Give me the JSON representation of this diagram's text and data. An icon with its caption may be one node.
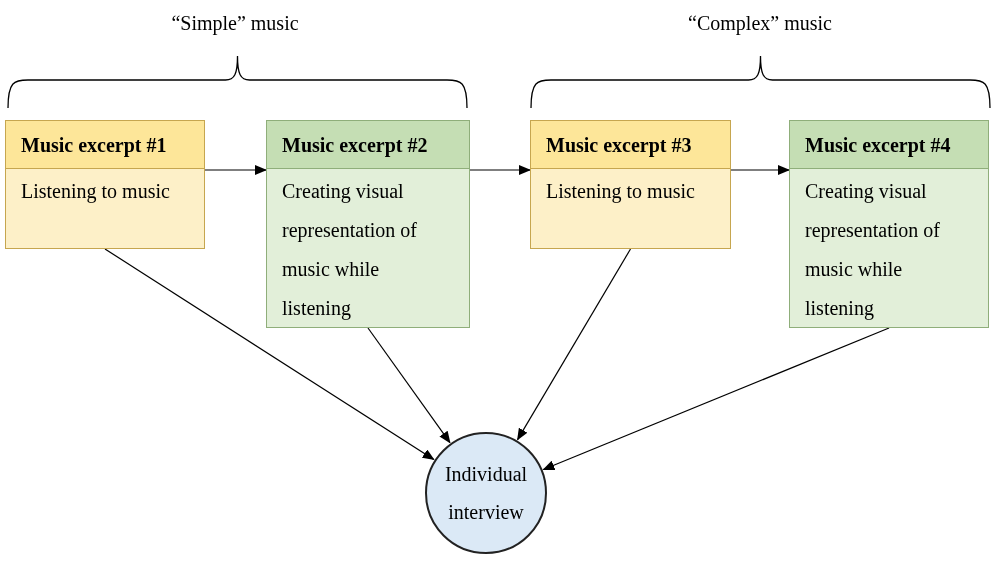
{
  "diagram": {
    "nodes": [
      {
        "text": [
          "Music excerpt #1",
          "Listening to music"
        ]
      },
      {
        "text": [
          "Music excerpt #2",
          "Creating visual representation of music while listening"
        ]
      },
      {
        "text": [
          "Music excerpt #3",
          "Listening to music"
        ]
      },
      {
        "text": [
          "Music excerpt #4",
          "Creating visual representation of music while listening"
        ]
      },
      {
        "text": [
          "Individual interview"
        ]
      }
    ],
    "edges": [
      {
        "from": 0,
        "to": 1,
        "arrow": "to"
      },
      {
        "from": 1,
        "to": 2,
        "arrow": "to"
      },
      {
        "from": 2,
        "to": 3,
        "arrow": "to"
      },
      {
        "from": 0,
        "to": 4,
        "arrow": "to"
      },
      {
        "from": 1,
        "to": 4,
        "arrow": "to"
      },
      {
        "from": 2,
        "to": 4,
        "arrow": "to"
      },
      {
        "from": 3,
        "to": 4,
        "arrow": "to"
      }
    ],
    "labels": [
      "“Simple” music",
      "“Complex” music"
    ]
  }
}
